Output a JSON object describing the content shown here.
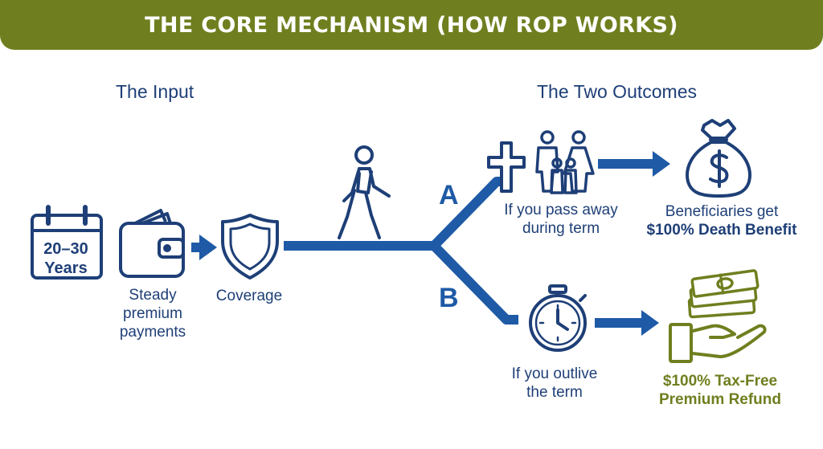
{
  "banner": {
    "title": "THE CORE MECHANISM (HOW ROP WORKS)"
  },
  "input": {
    "heading": "The Input",
    "calendar_line1": "20–30",
    "calendar_line2": "Years",
    "wallet_line1": "Steady",
    "wallet_line2": "premium",
    "wallet_line3": "payments",
    "coverage": "Coverage"
  },
  "outcomes": {
    "heading": "The Two Outcomes",
    "branch_a": {
      "letter": "A",
      "condition_line1": "If you pass away",
      "condition_line2": "during term",
      "result_line1": "Beneficiaries get",
      "result_line2": "$100% Death Benefit"
    },
    "branch_b": {
      "letter": "B",
      "condition_line1": "If you outlive",
      "condition_line2": "the term",
      "result_line1": "$100% Tax-Free",
      "result_line2": "Premium Refund"
    }
  },
  "colors": {
    "navy": "#1e3f77",
    "blue": "#1e5aa6",
    "olive": "#6f7f1f"
  }
}
